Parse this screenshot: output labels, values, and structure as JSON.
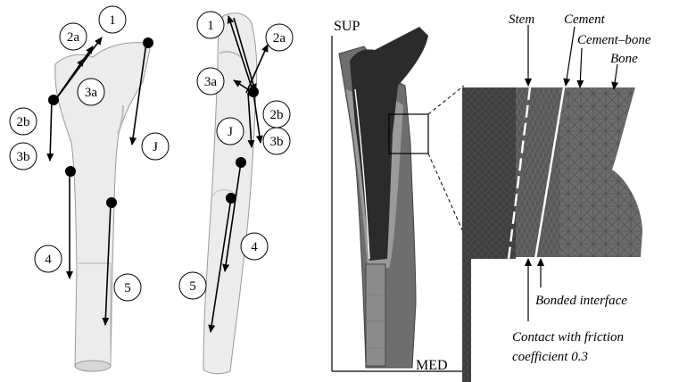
{
  "force_labels": {
    "f1": "1",
    "f2a": "2a",
    "f2b": "2b",
    "f3a": "3a",
    "f3b": "3b",
    "fJ": "J",
    "f4": "4",
    "f5": "5"
  },
  "axes": {
    "superior": "SUP",
    "medial": "MED"
  },
  "material_labels": {
    "stem": "Stem",
    "cement": "Cement",
    "cement_bone": "Cement–bone",
    "bone": "Bone"
  },
  "interface_labels": {
    "bonded": "Bonded interface",
    "contact_line1": "Contact with friction",
    "contact_line2": "coefficient 0.3"
  },
  "colors": {
    "bone_surface": "#ededed",
    "stem": "#2b2b2b",
    "cement": "#9a9a9a",
    "bone_section": "#6e6e6e",
    "mesh": "#555555"
  }
}
